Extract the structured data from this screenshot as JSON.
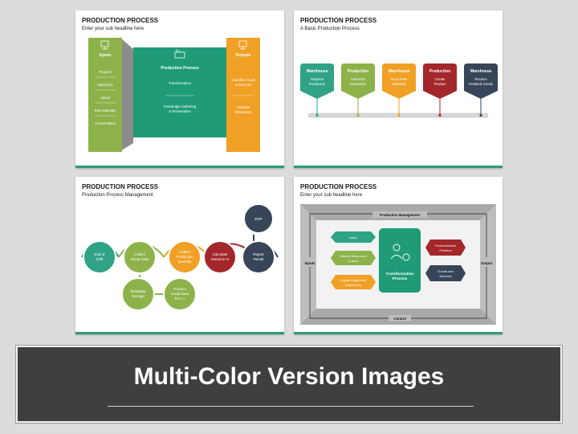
{
  "slide1": {
    "title": "PRODUCTION PROCESS",
    "subtitle": "Enter your sub headline here",
    "inputs": {
      "heading": "Inputs",
      "items": [
        "Property",
        "Machinery",
        "Labour",
        "Raw Materials",
        "Consumables"
      ]
    },
    "process": {
      "heading": "Production Process",
      "items": [
        "Transformation",
        "Knowledge Gathering",
        "& Presentation"
      ]
    },
    "outputs": {
      "heading": "Outputs",
      "items": [
        "Saleable Goods",
        "& Services",
        "Valuable",
        "Information"
      ]
    },
    "colors": {
      "inputs": "#8db24a",
      "process": "#1f9b78",
      "outputs": "#f0a024"
    }
  },
  "slide2": {
    "title": "PRODUCTION PROCESS",
    "subtitle": "A Basic Production Process",
    "steps": [
      {
        "heading": "Warehouse",
        "line1": "Request",
        "line2": "Production",
        "color": "#2fa384"
      },
      {
        "heading": "Production",
        "line1": "Authorize",
        "line2": "Production",
        "color": "#8db24a"
      },
      {
        "heading": "Warehouse",
        "line1": "Issue Raw",
        "line2": "Materials",
        "color": "#f0a024"
      },
      {
        "heading": "Production",
        "line1": "Create",
        "line2": "Product",
        "color": "#a3262b"
      },
      {
        "heading": "Warehouse",
        "line1": "Receive",
        "line2": "Finished Goods",
        "color": "#384558"
      }
    ]
  },
  "slide3": {
    "title": "PRODUCTION PROCESS",
    "subtitle": "Production Process Management",
    "nodes": {
      "end_of_shift": [
        "End of",
        "Shift"
      ],
      "collect_scrap": [
        "Collect",
        "Scrap Data"
      ],
      "collect_qty": [
        "Collect",
        "Production",
        "Quantity"
      ],
      "calc_variance": [
        "Calculate",
        "Variance %"
      ],
      "report_result": [
        "Report",
        "Result"
      ],
      "erp": [
        "ERP"
      ],
      "metadata": [
        "Metadata",
        "Storage"
      ],
      "product_scrap": [
        "Product",
        "Scrap Data",
        "PLC 1"
      ]
    },
    "colors": {
      "green": "#2fa384",
      "lime": "#8db24a",
      "orange": "#f0a024",
      "red": "#a3262b",
      "navy": "#384558"
    }
  },
  "slide4": {
    "title": "PRODUCTION PROCESS",
    "subtitle": "Enter your sub headline here",
    "frame_labels": {
      "top": "Production Management",
      "bottom": "Control",
      "left": "Inputs",
      "right": "Output"
    },
    "inputs": [
      "Labor",
      "Natural Resources",
      "(Land)",
      "Capital Equipment",
      "(Machines)"
    ],
    "center": [
      "Transformation",
      "Process"
    ],
    "outputs": [
      "Environmental",
      "Pollution",
      "Goods and",
      "Services"
    ]
  },
  "banner": {
    "title": "Multi-Color Version Images"
  }
}
